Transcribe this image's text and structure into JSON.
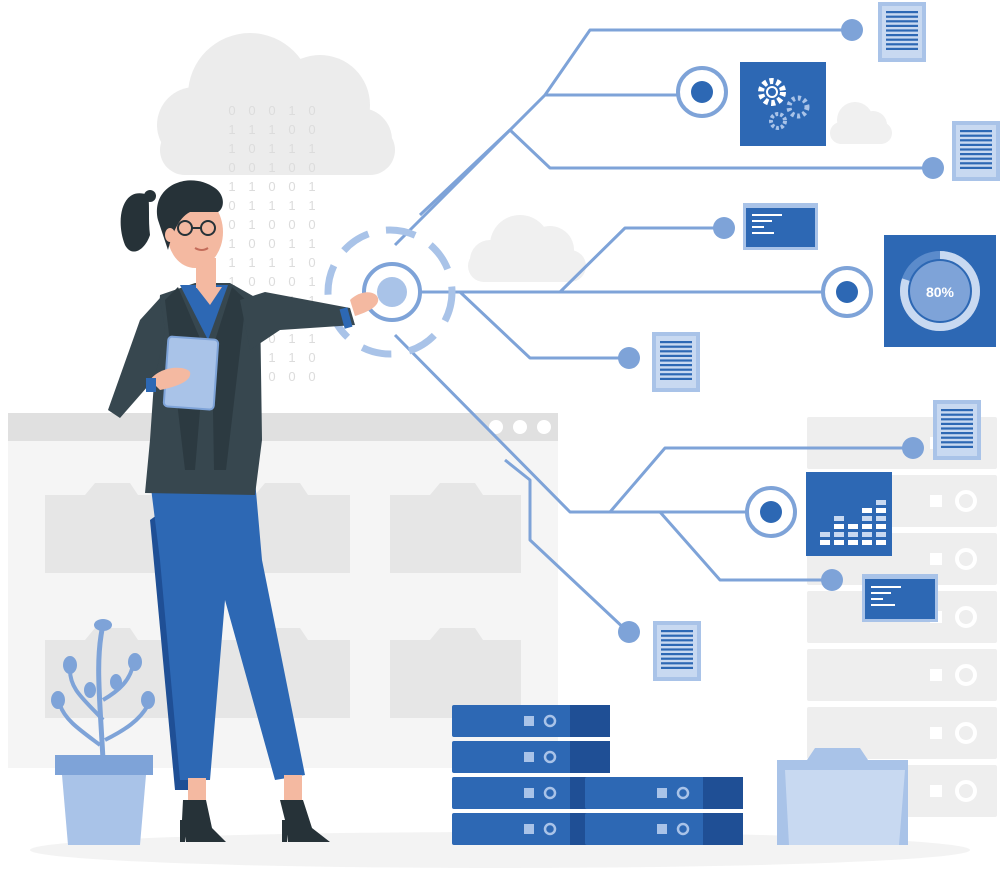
{
  "illustration": {
    "progress_label": "80%",
    "progress_value": 0.8,
    "binary_rain": [
      "0",
      "1",
      "1",
      "0",
      "1",
      "0",
      "0",
      "1",
      "1",
      "1",
      "0",
      "1",
      "0",
      "0",
      "1",
      "0",
      "1",
      "1",
      "0",
      "1"
    ],
    "equalizer_levels": [
      2,
      4,
      3,
      5,
      6
    ],
    "colors": {
      "accent": "#2d68b4",
      "accent_dark": "#1f4f95",
      "line": "#7ea3d8",
      "light_blue": "#a9c3e8",
      "pale_blue": "#c8d9f1",
      "grey": "#ebebeb",
      "grey_mid": "#dedede",
      "skin": "#f4b9a1",
      "jacket": "#37474f",
      "hair": "#263238"
    }
  }
}
